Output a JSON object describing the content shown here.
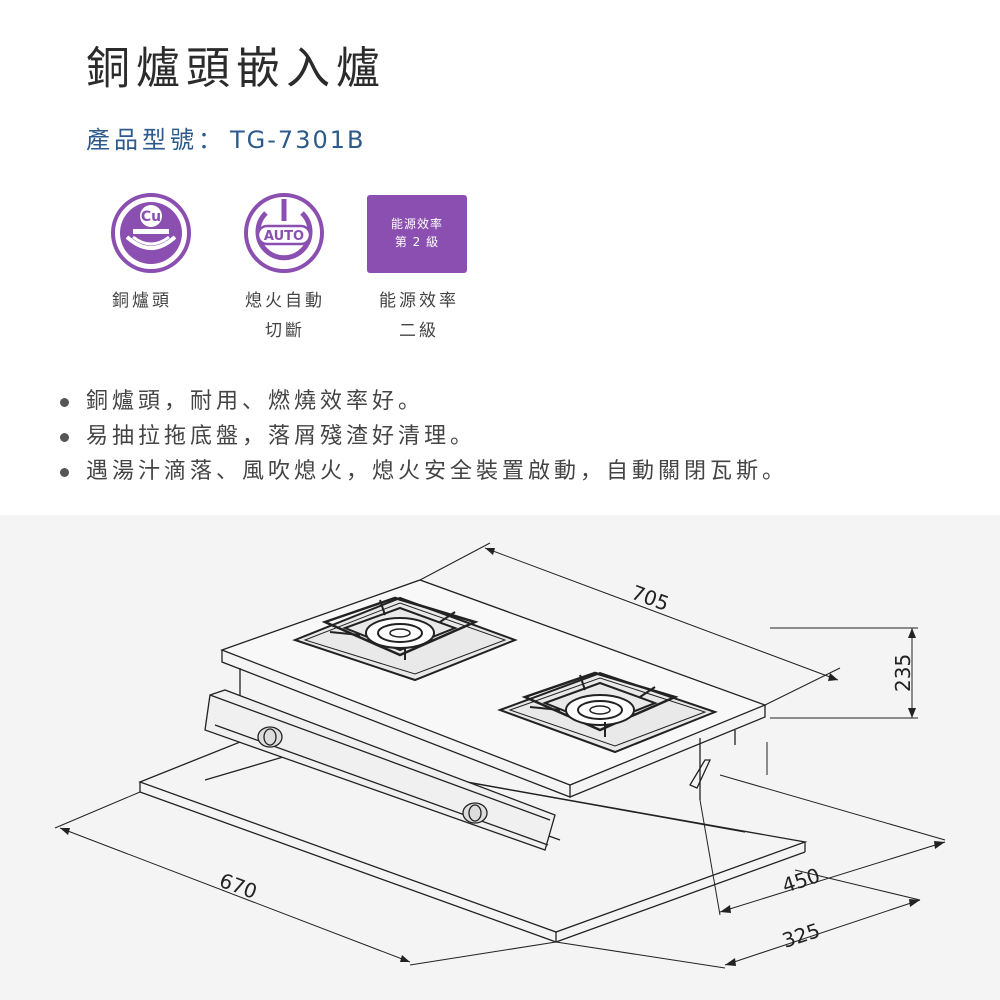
{
  "title": "銅爐頭嵌入爐",
  "model": {
    "label": "產品型號：",
    "code": "TG-7301B"
  },
  "badges": [
    {
      "icon": "copper-burner-icon",
      "icon_text": "Cu",
      "label": "銅爐頭"
    },
    {
      "icon": "auto-shutoff-icon",
      "icon_text": "AUTO",
      "label_line1": "熄火自動",
      "label_line2": "切斷"
    },
    {
      "icon": "energy-efficiency-badge",
      "box_line1": "能源效率",
      "box_line2": "第 2 級",
      "label_line1": "能源效率",
      "label_line2": "二級"
    }
  ],
  "colors": {
    "accent_purple": "#8a4fb0",
    "model_blue": "#2d5a8c"
  },
  "features": [
    "銅爐頭，耐用、燃燒效率好。",
    "易抽拉拖底盤，落屑殘渣好清理。",
    "遇湯汁滴落、風吹熄火，熄火安全裝置啟動，自動關閉瓦斯。"
  ],
  "dimensions": {
    "width_top": "705",
    "height": "235",
    "width_bottom": "670",
    "depth": "450",
    "cutout_depth": "325"
  }
}
